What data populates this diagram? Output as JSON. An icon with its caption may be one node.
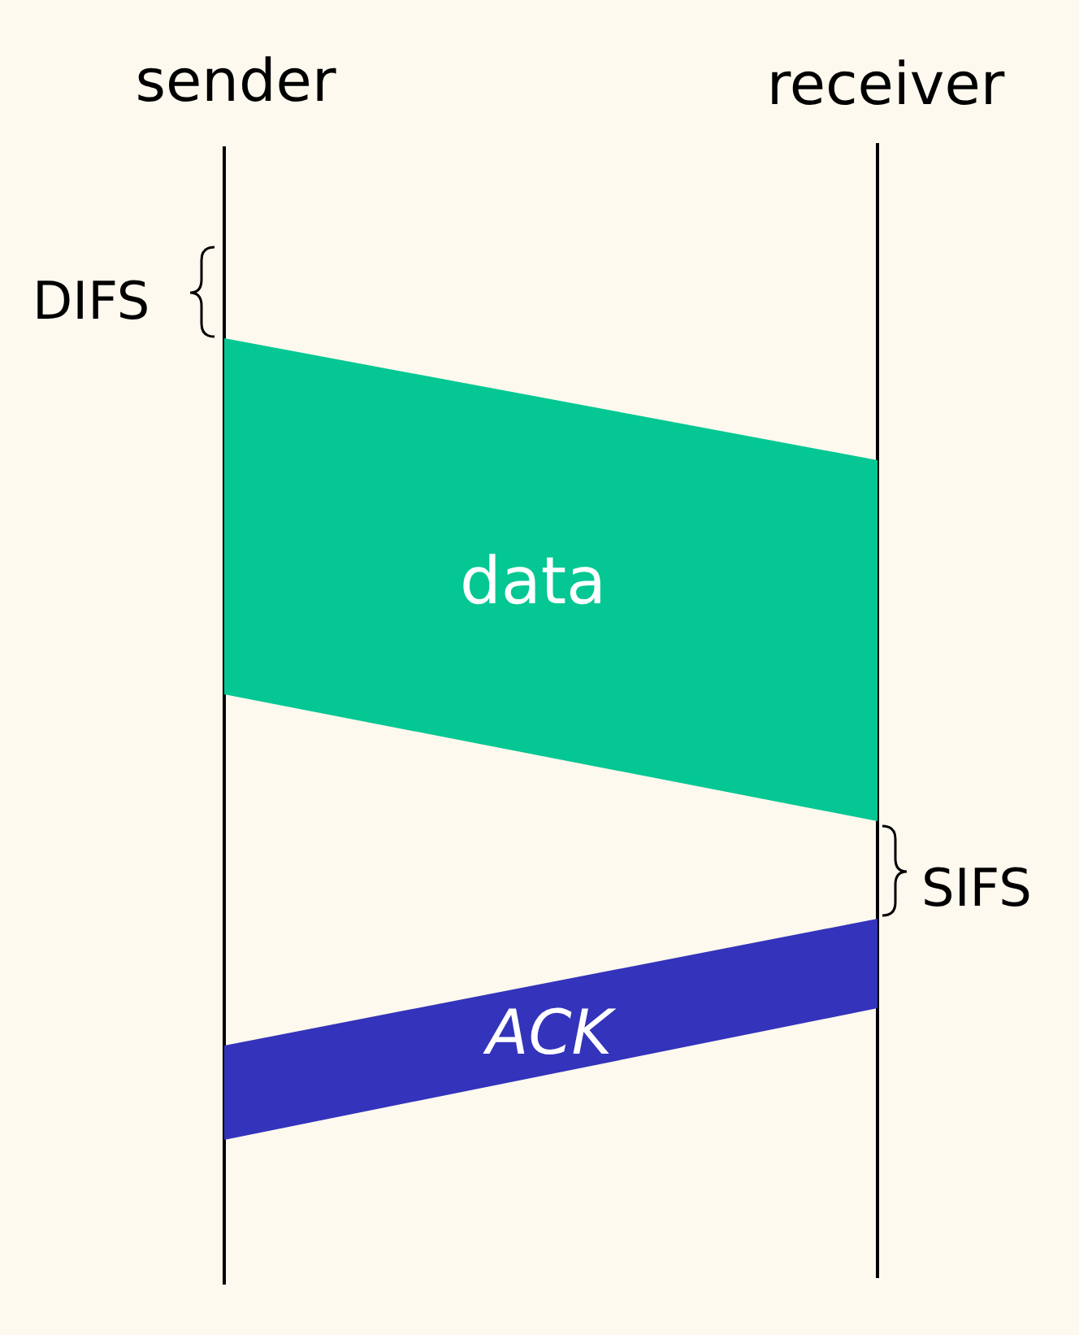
{
  "diagram": {
    "nodes": [
      {
        "text": [
          "sender"
        ]
      },
      {
        "text": [
          "receiver"
        ]
      },
      {
        "text": [
          "data"
        ]
      },
      {
        "text": [
          "ACK"
        ]
      }
    ],
    "edges": [],
    "labels": [
      "DIFS",
      "SIFS"
    ]
  }
}
